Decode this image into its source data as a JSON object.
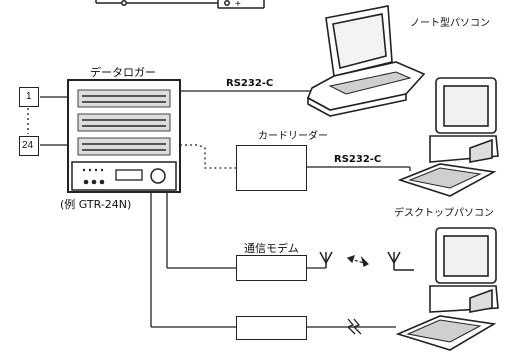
{
  "top_fragment": {
    "plus_label": "+"
  },
  "sensors": {
    "first_label": "1",
    "last_label": "24"
  },
  "logger": {
    "title": "データロガー",
    "model_caption": "(例 GTR-24N)"
  },
  "connections": {
    "rs232_laptop": "RS232-C",
    "rs232_desktop": "RS232-C"
  },
  "devices": {
    "laptop_label": "ノート型パソコン",
    "desktop_label": "デスクトップパソコン",
    "card_reader_label": "カードリーダー",
    "modem_label": "通信モデム"
  }
}
